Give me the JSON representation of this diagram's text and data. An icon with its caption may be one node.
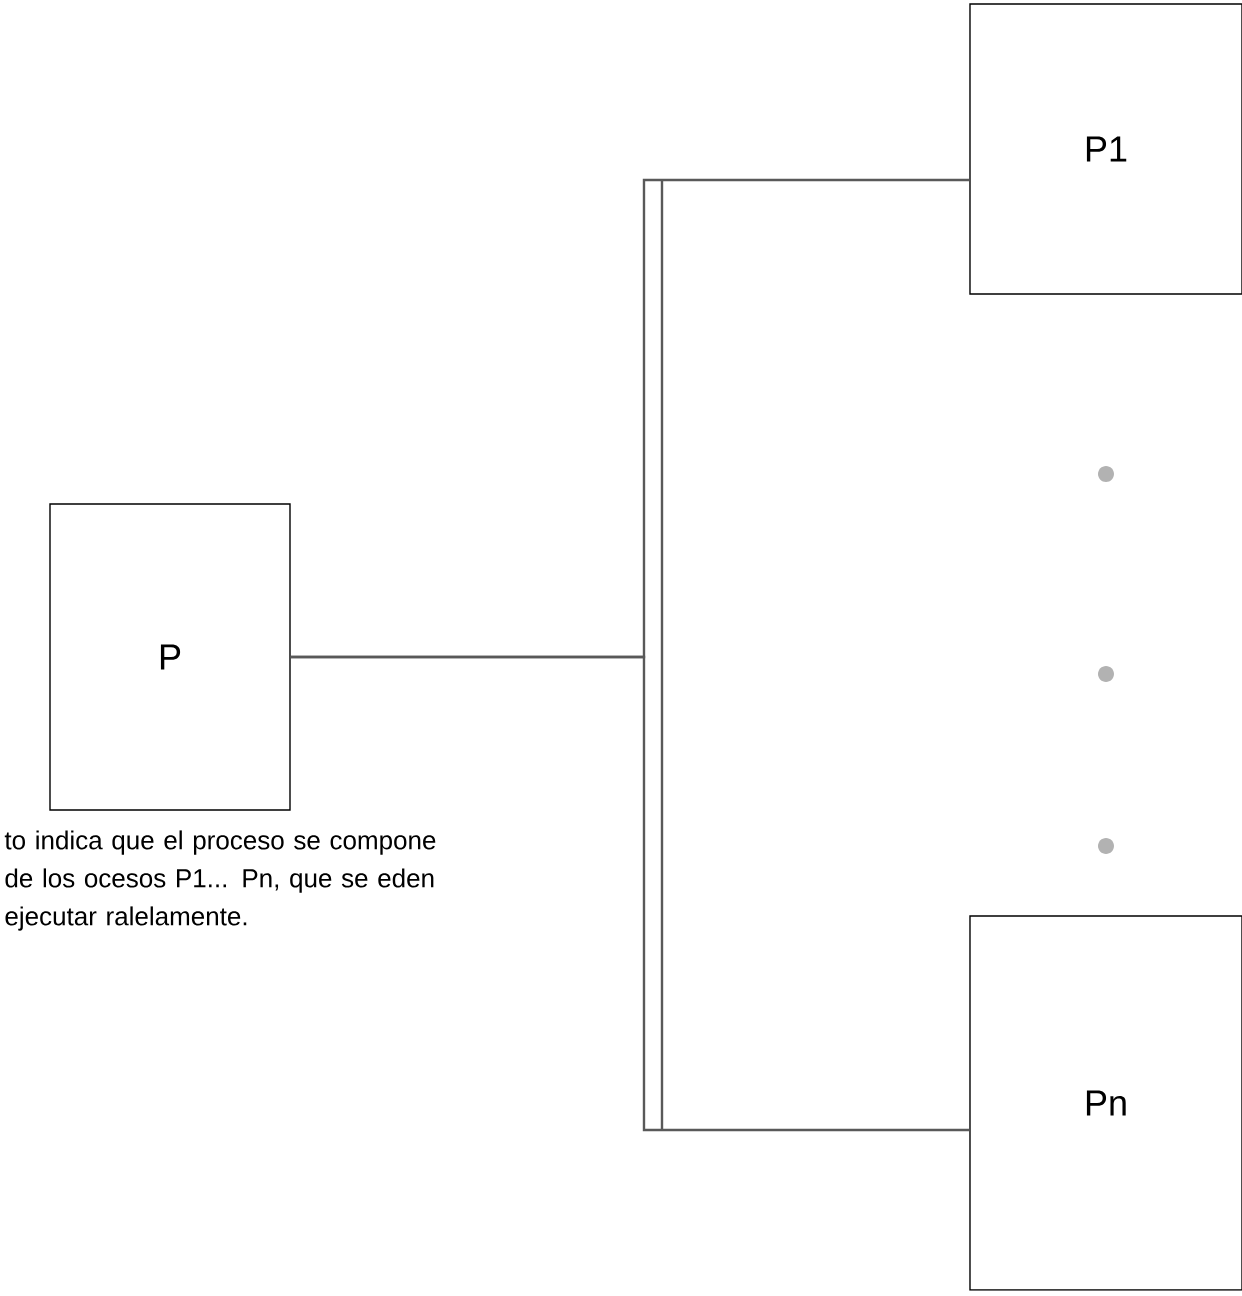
{
  "diagram": {
    "nodes": [
      {
        "text": [
          "P"
        ]
      },
      {
        "text": [
          "P1"
        ]
      },
      {
        "text": [
          "Pn"
        ]
      }
    ],
    "edges": [
      {
        "from": 0,
        "to": 1,
        "arrow": "none"
      },
      {
        "from": 0,
        "to": 2,
        "arrow": "none"
      }
    ],
    "labels": [
      "to indica que el proceso se compone de los ocesos P1... Pn, que se eden ejecutar ralelamente."
    ]
  }
}
